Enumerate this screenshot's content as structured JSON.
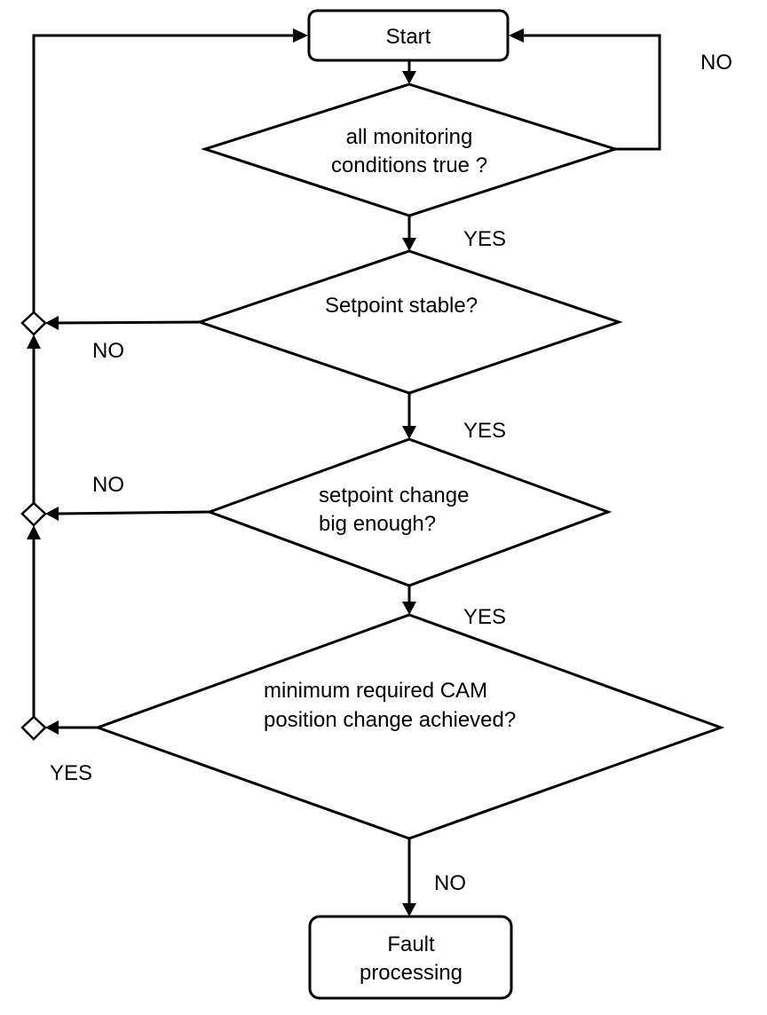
{
  "nodes": {
    "start": "Start",
    "monitoring": {
      "line1": "all monitoring",
      "line2": "conditions true ?"
    },
    "setpoint_stable": "Setpoint stable?",
    "setpoint_change": {
      "line1": "setpoint change",
      "line2": "big enough?"
    },
    "cam_position": {
      "line1": "minimum required CAM",
      "line2": "position change achieved?"
    },
    "fault": {
      "line1": "Fault",
      "line2": "processing"
    }
  },
  "edge_labels": {
    "monitoring_no": "NO",
    "monitoring_yes": "YES",
    "setpoint_stable_no": "NO",
    "setpoint_stable_yes": "YES",
    "setpoint_change_no": "NO",
    "setpoint_change_yes": "YES",
    "cam_position_yes": "YES",
    "cam_position_no": "NO"
  }
}
